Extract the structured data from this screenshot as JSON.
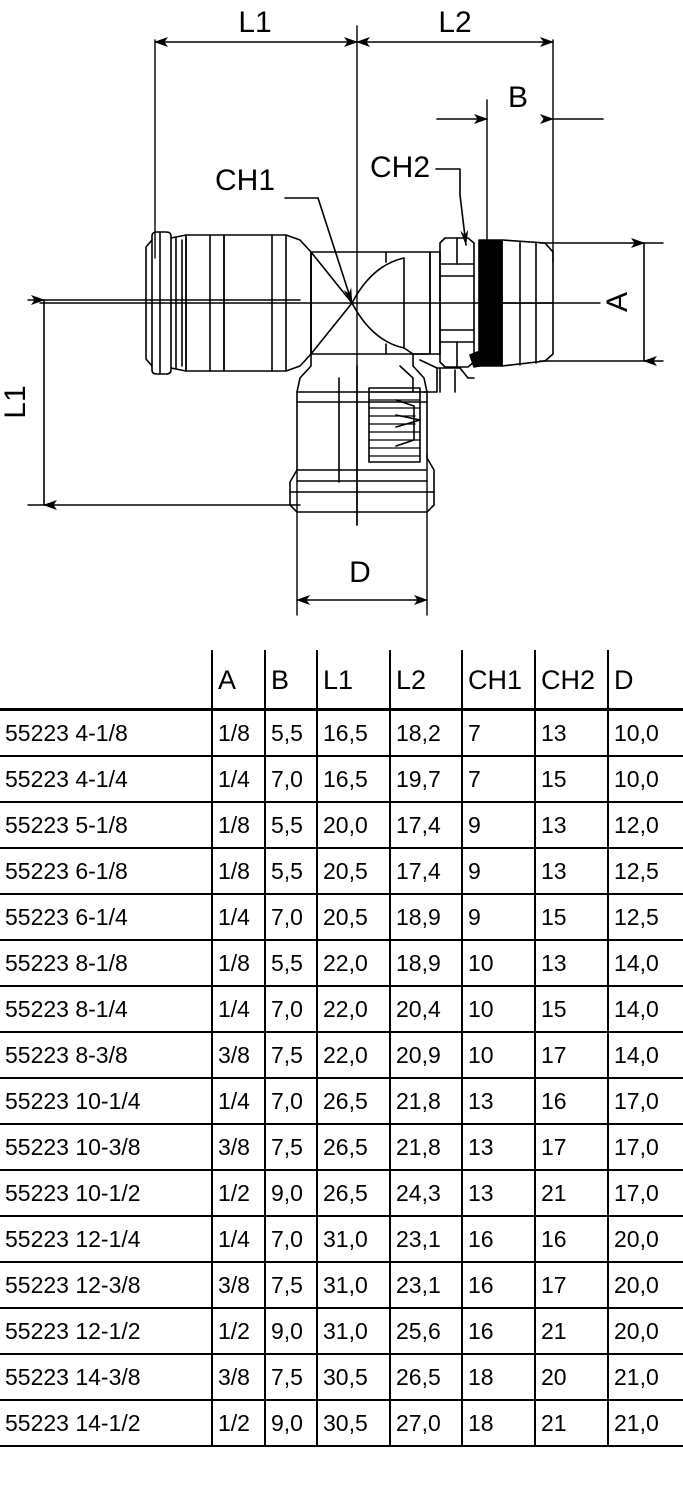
{
  "drawing": {
    "title": "push-in branch tee fitting cross-section drawing",
    "dimension_labels": {
      "l1_horizontal": "L1",
      "l2_horizontal": "L2",
      "b": "B",
      "a": "A",
      "l1_vertical": "L1",
      "d": "D",
      "ch1": "CH1",
      "ch2": "CH2"
    }
  },
  "table": {
    "columns": [
      "",
      "A",
      "B",
      "L1",
      "L2",
      "CH1",
      "CH2",
      "D"
    ],
    "rows": [
      {
        "code": "55223 4-1/8",
        "A": "1/8",
        "B": "5,5",
        "L1": "16,5",
        "L2": "18,2",
        "CH1": "7",
        "CH2": "13",
        "D": "10,0"
      },
      {
        "code": "55223 4-1/4",
        "A": "1/4",
        "B": "7,0",
        "L1": "16,5",
        "L2": "19,7",
        "CH1": "7",
        "CH2": "15",
        "D": "10,0"
      },
      {
        "code": "55223 5-1/8",
        "A": "1/8",
        "B": "5,5",
        "L1": "20,0",
        "L2": "17,4",
        "CH1": "9",
        "CH2": "13",
        "D": "12,0"
      },
      {
        "code": "55223 6-1/8",
        "A": "1/8",
        "B": "5,5",
        "L1": "20,5",
        "L2": "17,4",
        "CH1": "9",
        "CH2": "13",
        "D": "12,5"
      },
      {
        "code": "55223 6-1/4",
        "A": "1/4",
        "B": "7,0",
        "L1": "20,5",
        "L2": "18,9",
        "CH1": "9",
        "CH2": "15",
        "D": "12,5"
      },
      {
        "code": "55223 8-1/8",
        "A": "1/8",
        "B": "5,5",
        "L1": "22,0",
        "L2": "18,9",
        "CH1": "10",
        "CH2": "13",
        "D": "14,0"
      },
      {
        "code": "55223 8-1/4",
        "A": "1/4",
        "B": "7,0",
        "L1": "22,0",
        "L2": "20,4",
        "CH1": "10",
        "CH2": "15",
        "D": "14,0"
      },
      {
        "code": "55223 8-3/8",
        "A": "3/8",
        "B": "7,5",
        "L1": "22,0",
        "L2": "20,9",
        "CH1": "10",
        "CH2": "17",
        "D": "14,0"
      },
      {
        "code": "55223 10-1/4",
        "A": "1/4",
        "B": "7,0",
        "L1": "26,5",
        "L2": "21,8",
        "CH1": "13",
        "CH2": "16",
        "D": "17,0"
      },
      {
        "code": "55223 10-3/8",
        "A": "3/8",
        "B": "7,5",
        "L1": "26,5",
        "L2": "21,8",
        "CH1": "13",
        "CH2": "17",
        "D": "17,0"
      },
      {
        "code": "55223 10-1/2",
        "A": "1/2",
        "B": "9,0",
        "L1": "26,5",
        "L2": "24,3",
        "CH1": "13",
        "CH2": "21",
        "D": "17,0"
      },
      {
        "code": "55223 12-1/4",
        "A": "1/4",
        "B": "7,0",
        "L1": "31,0",
        "L2": "23,1",
        "CH1": "16",
        "CH2": "16",
        "D": "20,0"
      },
      {
        "code": "55223 12-3/8",
        "A": "3/8",
        "B": "7,5",
        "L1": "31,0",
        "L2": "23,1",
        "CH1": "16",
        "CH2": "17",
        "D": "20,0"
      },
      {
        "code": "55223 12-1/2",
        "A": "1/2",
        "B": "9,0",
        "L1": "31,0",
        "L2": "25,6",
        "CH1": "16",
        "CH2": "21",
        "D": "20,0"
      },
      {
        "code": "55223 14-3/8",
        "A": "3/8",
        "B": "7,5",
        "L1": "30,5",
        "L2": "26,5",
        "CH1": "18",
        "CH2": "20",
        "D": "21,0"
      },
      {
        "code": "55223 14-1/2",
        "A": "1/2",
        "B": "9,0",
        "L1": "30,5",
        "L2": "27,0",
        "CH1": "18",
        "CH2": "21",
        "D": "21,0"
      }
    ]
  },
  "colors": {
    "line": "#000000",
    "background": "#ffffff"
  }
}
